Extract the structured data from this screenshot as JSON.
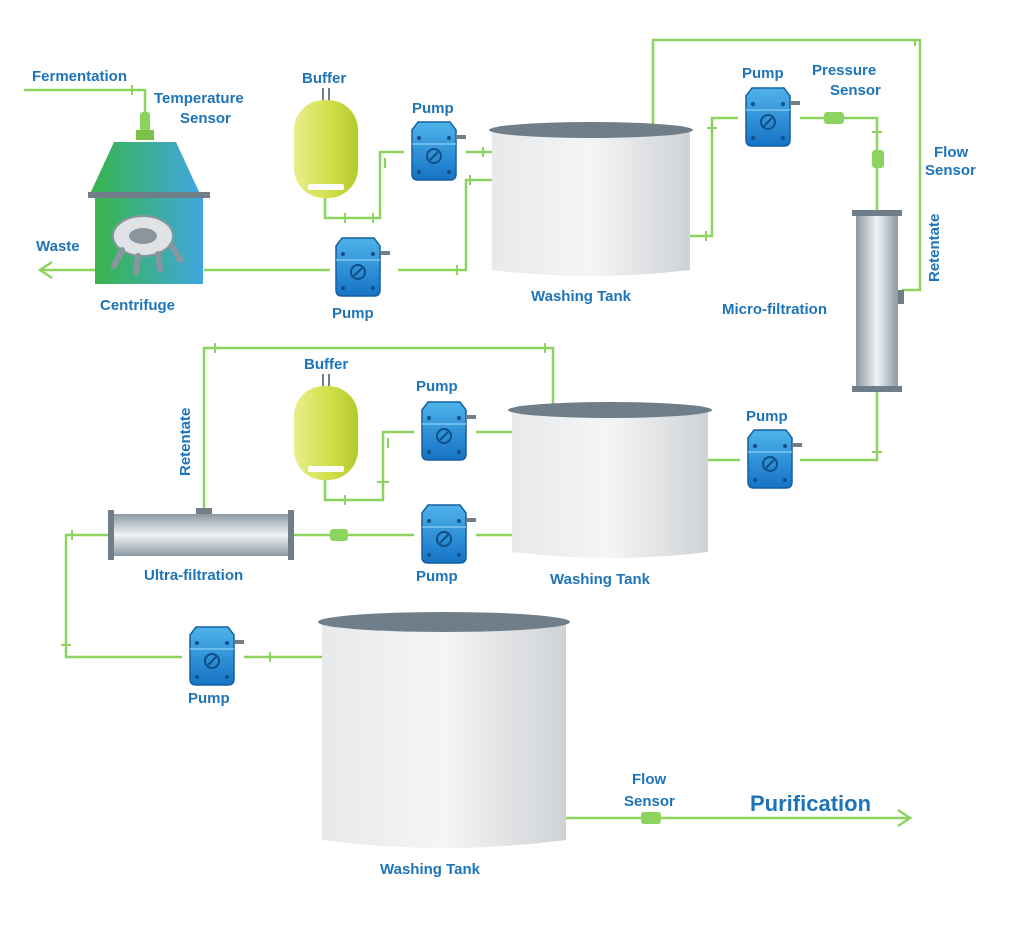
{
  "labels": {
    "fermentation": "Fermentation",
    "temperature_sensor_1": "Temperature",
    "temperature_sensor_2": "Sensor",
    "waste": "Waste",
    "centrifuge": "Centrifuge",
    "buffer_top": "Buffer",
    "pump_a": "Pump",
    "pump_b": "Pump",
    "washing_tank_1": "Washing Tank",
    "pump_c": "Pump",
    "pressure_sensor_1": "Pressure",
    "pressure_sensor_2": "Sensor",
    "flow_sensor_top_1": "Flow",
    "flow_sensor_top_2": "Sensor",
    "retentate_right": "Retentate",
    "micro_filtration": "Micro-filtration",
    "buffer_mid": "Buffer",
    "pump_d": "Pump",
    "retentate_left": "Retentate",
    "pump_e": "Pump",
    "pump_f": "Pump",
    "washing_tank_2": "Washing Tank",
    "ultra_filtration": "Ultra-filtration",
    "pump_g": "Pump",
    "washing_tank_3": "Washing Tank",
    "flow_sensor_bottom_1": "Flow",
    "flow_sensor_bottom_2": "Sensor",
    "purification": "Purification"
  },
  "colors": {
    "pipe": "#8dd35f",
    "label": "#1e74b8",
    "pump_blue": "#1f8fd8",
    "tank_grey": "#d8dadd",
    "tank_lid": "#6f7e88",
    "buffer_yellow": "#c9dc3c"
  },
  "icons": [
    "pump-icon",
    "washing-tank-icon",
    "buffer-vessel-icon",
    "centrifuge-icon",
    "filter-column-icon",
    "sensor-icon",
    "arrow-icon"
  ]
}
